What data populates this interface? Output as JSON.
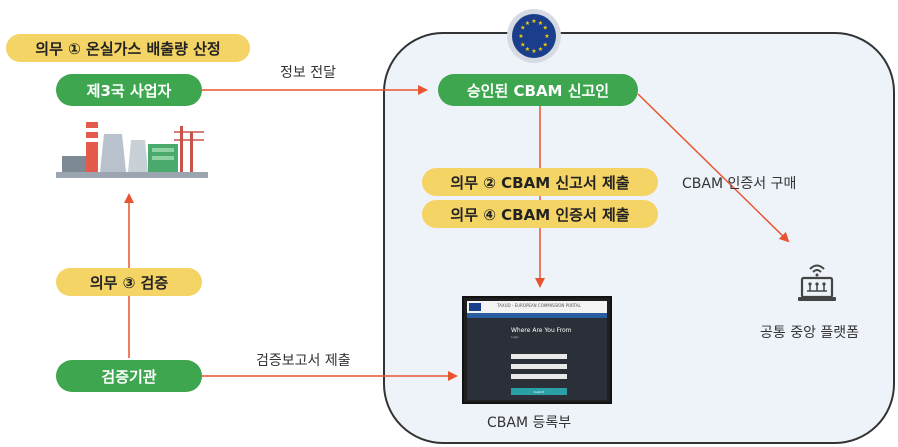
{
  "obligations": {
    "ob1": "의무 ① 온실가스 배출량 산정",
    "ob2": "의무 ② CBAM 신고서 제출",
    "ob3": "의무 ③ 검증",
    "ob4": "의무 ④ CBAM 인증서 제출"
  },
  "actors": {
    "third_country_operator": "제3국 사업자",
    "cbam_declarant": "승인된 CBAM 신고인",
    "verifier": "검증기관"
  },
  "flows": {
    "info_transfer": "정보 전달",
    "certificate_purchase": "CBAM 인증서 구매",
    "verification_report_submit": "검증보고서 제출"
  },
  "destinations": {
    "registry": "CBAM 등록부",
    "platform": "공통 중앙 플랫폼"
  },
  "portal": {
    "header": "TAXUD - EUROPEAN COMMISSION PORTAL",
    "heading": "Where Are You From",
    "subheading": "Login",
    "button": "Submit"
  },
  "colors": {
    "green": "#3ea64f",
    "yellow": "#f5d466",
    "arrow": "#e8542f",
    "region_bg": "#eef3fa",
    "eu_blue": "#1a3e8c"
  }
}
